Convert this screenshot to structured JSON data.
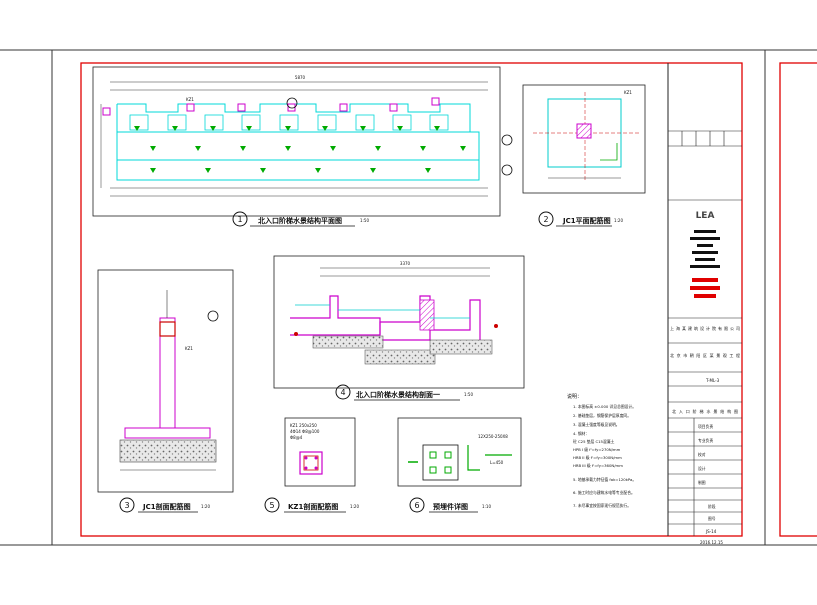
{
  "sheet": {
    "views": [
      {
        "num": "1",
        "title": "北入口阶梯水景结构平面图",
        "scale": "1:50"
      },
      {
        "num": "2",
        "title": "JC1平面配筋图",
        "scale": "1:20"
      },
      {
        "num": "3",
        "title": "JC1剖面配筋图",
        "scale": "1:20"
      },
      {
        "num": "4",
        "title": "北入口阶梯水景结构剖面一",
        "scale": "1:50"
      },
      {
        "num": "5",
        "title": "KZ1剖面配筋图",
        "scale": "1:20"
      },
      {
        "num": "6",
        "title": "预埋件详图",
        "scale": "1:10"
      }
    ],
    "plan_total_dim": "5870",
    "kz_label": "KZ1",
    "jc_label": "JC1",
    "section_total_dim": "3370",
    "kz_spec": [
      "KZ1 250x250",
      "4Φ14 Φ8@100",
      "Φ8@4"
    ],
    "embed_spec": [
      "12X250-250X8",
      "L=450"
    ],
    "notes_heading": "说明：",
    "notes": [
      "1. 本图标高 ±0.000 详见总图设计。",
      "2. 基础垫层，钢筋保护层厚度同。",
      "3. 混凝土强度等级见说明。",
      "4. 钢材：",
      "   砼 C25  垫层 C15混凝土",
      "   HPB I 级  f'=fy=270N/mm",
      "   HRB II 级  f'=fy=300N/mm",
      "   HRB III 级  f'=fy=360N/mm",
      "5. 地基承载力特征值 fak=120kPa。",
      "6. 施工时应与建筑水电等专业配合。",
      "7. 未尽事宜按国家现行规范执行。"
    ]
  },
  "title_block": {
    "company": "上海某建筑设计院有限公司",
    "project": "北京市朝阳区某景观工程",
    "drawing_code": "T-ML-3",
    "drawing_name": "北入口阶梯水景结构图",
    "sheet_no": "JS-14",
    "date": "2016.12.15",
    "role_rows": [
      "项目负责",
      "专业负责",
      "校对",
      "设计",
      "制图"
    ],
    "meta_rows": [
      "阶段",
      "图号"
    ]
  }
}
